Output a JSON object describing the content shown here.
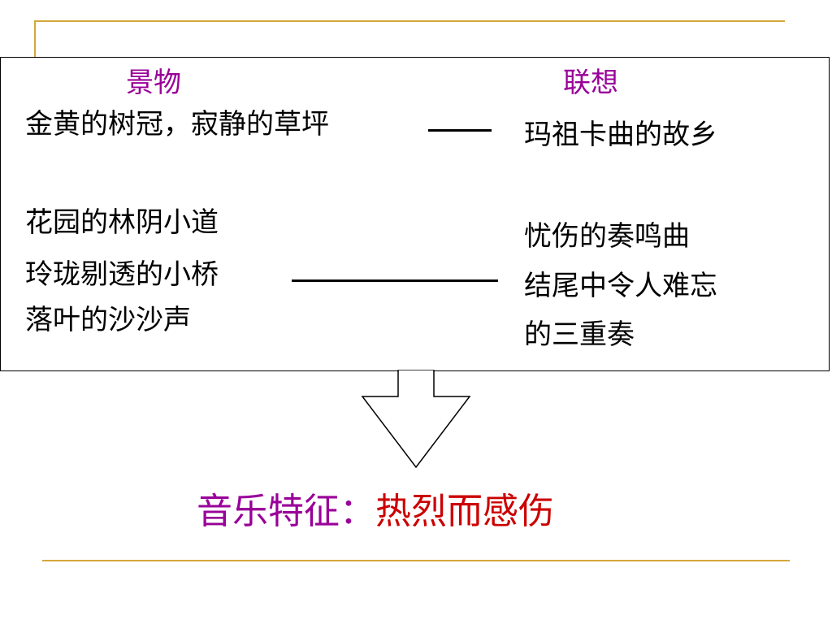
{
  "colors": {
    "accent_purple": "#990099",
    "accent_red": "#cc0000",
    "rule_gold": "#d4a73a"
  },
  "headers": {
    "scenery": "景物",
    "association": "联想"
  },
  "scenery": [
    "金黄的树冠，寂静的草坪",
    "花园的林阴小道",
    "玲珑剔透的小桥",
    "落叶的沙沙声"
  ],
  "association": [
    "玛祖卡曲的故乡",
    "忧伤的奏鸣曲",
    "结尾中令人难忘",
    "的三重奏"
  ],
  "summary": {
    "label": "音乐特征：",
    "value": "热烈而感伤"
  }
}
